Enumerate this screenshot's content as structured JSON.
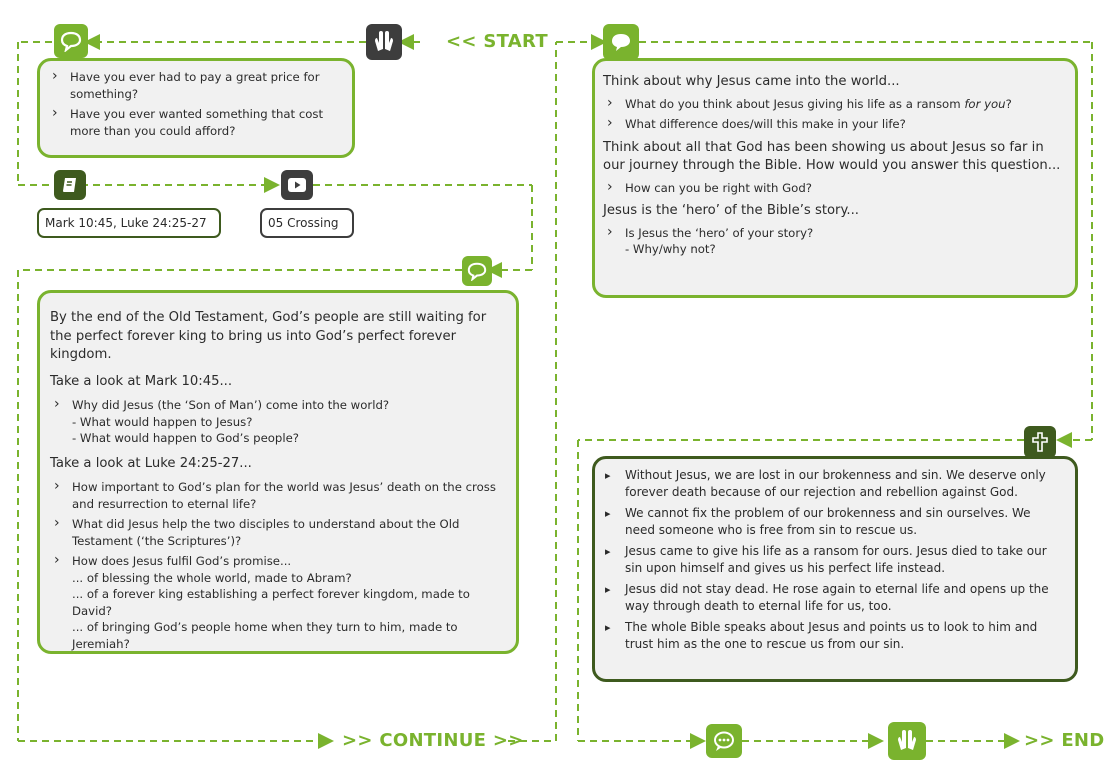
{
  "flow": {
    "start": "<< START",
    "continue": ">> CONTINUE >>",
    "end": ">> END"
  },
  "box1": {
    "items": [
      "Have you ever had to pay a great price for something?",
      "Have you ever wanted something that cost more than you could afford?"
    ]
  },
  "refs": {
    "bible": "Mark 10:45, Luke 24:25-27",
    "video": "05 Crossing"
  },
  "box2": {
    "intro": "By the end of the Old Testament, God’s people are still waiting for the perfect forever king to bring us into God’s perfect forever kingdom.",
    "h1": "Take a look at Mark 10:45...",
    "q1": {
      "text": "Why did Jesus (the ‘Son of Man’) come into the world?",
      "subs": [
        "- What would happen to Jesus?",
        "- What would happen to God’s people?"
      ]
    },
    "h2": "Take a look at Luke 24:25-27...",
    "q2": "How important to God’s plan for the world was Jesus’ death on the cross and resurrection to eternal life?",
    "q3": "What did Jesus help the two disciples to understand about the Old Testament (‘the Scriptures’)?",
    "q4": {
      "text": "How does Jesus fulfil God’s promise...",
      "subs": [
        "... of blessing the whole world, made to Abram?",
        "... of a forever king establishing a perfect forever kingdom, made to David?",
        "... of bringing God’s people home when they turn to him, made to Jeremiah?"
      ]
    }
  },
  "box3": {
    "lead1": "Think about why Jesus came into the world...",
    "q1a": "What do you think about Jesus giving his life as a ransom ",
    "q1b": "for you",
    "q1c": "?",
    "q2": "What difference does/will this make in your life?",
    "lead2": "Think about all that God has been showing us about Jesus so far in our journey through the Bible. How would you answer this question...",
    "q3": "How can you be right with God?",
    "lead3": "Jesus is the ‘hero’ of the Bible’s story...",
    "q4": {
      "text": "Is Jesus the ‘hero’ of your story?",
      "sub": "- Why/why not?"
    }
  },
  "box4": {
    "items": [
      "Without Jesus, we are lost in our brokenness and sin. We deserve only forever death because of our rejection and rebellion against God.",
      "We cannot fix the problem of our brokenness and sin ourselves. We need someone who is free from sin to rescue us.",
      "Jesus came to give his life as a ransom for ours. Jesus died to take our sin upon himself and gives us his perfect life instead.",
      "Jesus did not stay dead. He rose again to eternal life and opens up the way through death to eternal life for us, too.",
      "The whole Bible speaks about Jesus and points us to look to him and trust him as the one to rescue us from our sin."
    ]
  },
  "colors": {
    "green": "#7ab32e",
    "dark_green": "#3e5a1e",
    "charcoal": "#3d3d3d",
    "box_bg": "#f1f1f1"
  }
}
